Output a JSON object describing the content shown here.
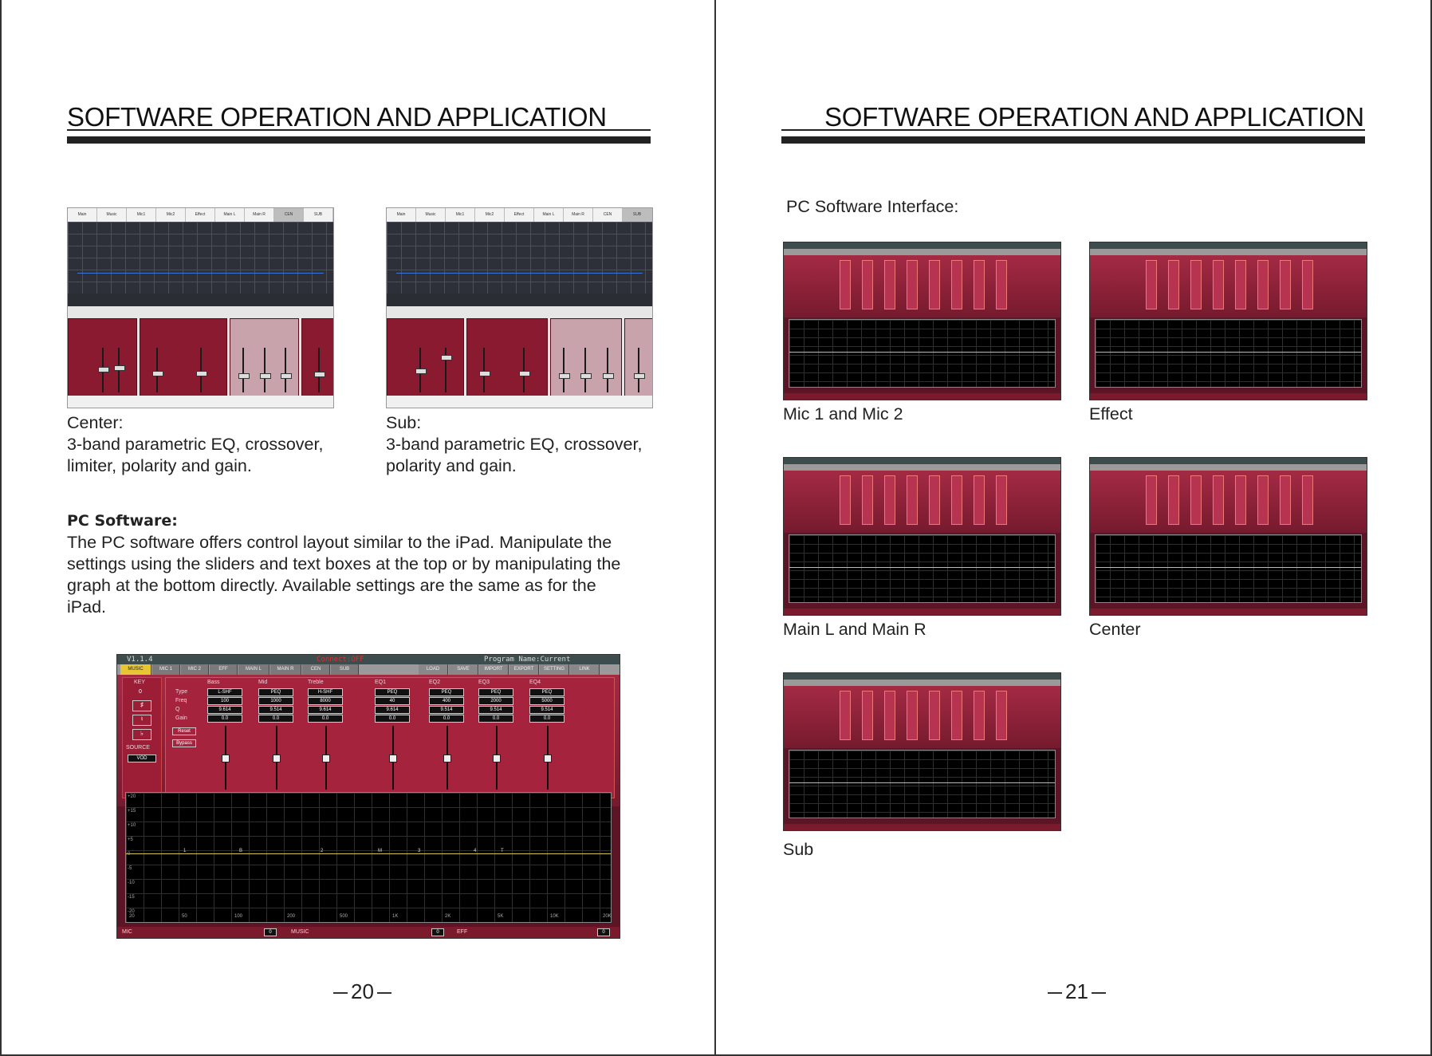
{
  "left_page": {
    "heading": "SOFTWARE OPERATION AND APPLICATION",
    "center_caption": {
      "title": "Center:",
      "line1": "3-band parametric EQ, crossover,",
      "line2": "limiter, polarity and gain."
    },
    "sub_caption": {
      "title": "Sub:",
      "line1": "3-band parametric EQ, crossover,",
      "line2": "polarity and gain."
    },
    "pc_software": {
      "title": "PC Software:",
      "line1": "The PC software offers control layout similar to the iPad. Manipulate the",
      "line2": "settings using the sliders and text boxes at the top or by manipulating the",
      "line3": "graph at the bottom directly. Available settings are the same as for the",
      "line4": "iPad."
    },
    "page_number": "20"
  },
  "ipad_tabs_center": [
    "Main",
    "Music",
    "Mic1",
    "Mic2",
    "Effect",
    "Main L",
    "Main R",
    "CEN",
    "SUB"
  ],
  "ipad_tabs_sub": [
    "Main",
    "Music",
    "Mic1",
    "Mic2",
    "Effect",
    "Main L",
    "Main R",
    "CEN",
    "SUB"
  ],
  "big_pc": {
    "version": "V1.1.4",
    "connect": "Connect:OFF",
    "program": "Program Name:Current",
    "tabs": [
      "MUSIC",
      "MIC 1",
      "MIC 2",
      "EFF",
      "MAIN L",
      "MAIN R",
      "CEN",
      "SUB"
    ],
    "buttons": [
      "LOAD",
      "SAVE",
      "IMPORT",
      "EXPORT",
      "SETTING",
      "LINK"
    ],
    "key_label": "KEY",
    "key_value": "0",
    "source_label": "SOURCE",
    "source_value": "VOD",
    "row_labels": [
      "Type",
      "Freq",
      "Q",
      "Gain"
    ],
    "reset": "Reset",
    "bypass": "Bypass",
    "bands": [
      {
        "name": "Bass",
        "type": "L-SHF",
        "freq": "100",
        "q": "9.614",
        "gain": "0.0"
      },
      {
        "name": "Mid",
        "type": "PEQ",
        "freq": "1000",
        "q": "9.514",
        "gain": "0.0"
      },
      {
        "name": "Treble",
        "type": "H-SHF",
        "freq": "8000",
        "q": "9.614",
        "gain": "0.0"
      },
      {
        "name": "EQ1",
        "type": "PEQ",
        "freq": "40",
        "q": "9.614",
        "gain": "0.0"
      },
      {
        "name": "EQ2",
        "type": "PEQ",
        "freq": "400",
        "q": "9.514",
        "gain": "0.0"
      },
      {
        "name": "EQ3",
        "type": "PEQ",
        "freq": "2000",
        "q": "9.514",
        "gain": "0.0"
      },
      {
        "name": "EQ4",
        "type": "PEQ",
        "freq": "5000",
        "q": "9.514",
        "gain": "0.0"
      }
    ],
    "y_axis": [
      "+20",
      "+15",
      "+10",
      "+5",
      "0",
      "-5",
      "-10",
      "-15",
      "-20"
    ],
    "x_axis": [
      "20",
      "50",
      "100",
      "200",
      "500",
      "1K",
      "2K",
      "5K",
      "10K",
      "20K"
    ],
    "markers": [
      "1",
      "B",
      "2",
      "M",
      "3",
      "4",
      "T"
    ],
    "status": {
      "mic": "MIC",
      "mic_val": "0",
      "music": "MUSIC",
      "music_val": "0",
      "eff": "EFF",
      "eff_val": "0"
    }
  },
  "right_page": {
    "heading": "SOFTWARE OPERATION AND APPLICATION",
    "intro": "PC Software Interface:",
    "captions": {
      "mic": "Mic 1 and Mic 2",
      "effect": "Effect",
      "main": "Main L and Main R",
      "center": "Center",
      "sub": "Sub"
    },
    "page_number": "21"
  },
  "colors": {
    "accent": "#8a1a30",
    "tab_selected": "#e8c533",
    "eq_curve": "#3a76d6",
    "graph_line": "#d4c44a"
  }
}
